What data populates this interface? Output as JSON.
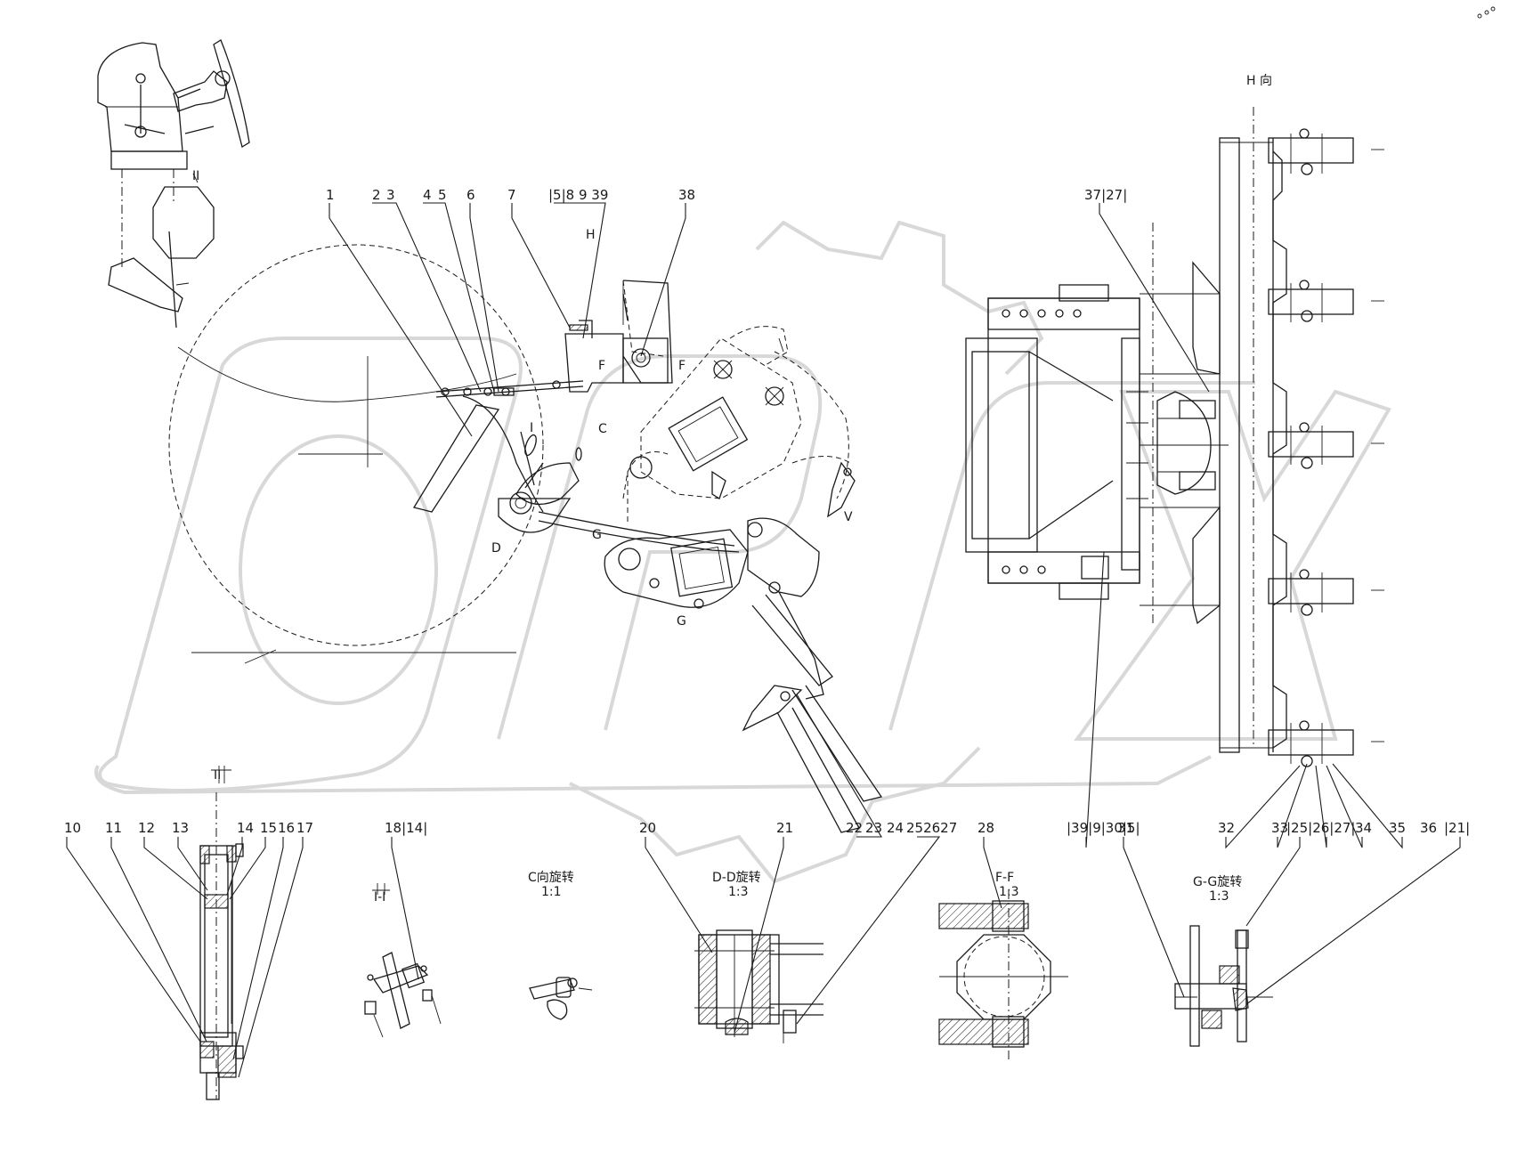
{
  "watermark": {
    "text": "OPEX",
    "color": "#d8d8d8"
  },
  "labels": {
    "l1": "1",
    "l2": "2",
    "l3": "3",
    "l4": "4",
    "l5": "5",
    "l6": "6",
    "l7": "7",
    "l15_8_9_39": "|5|8 9 39",
    "l38": "38",
    "l37_27": "37|27|",
    "l10": "10",
    "l11": "11",
    "l12": "12",
    "l13": "13",
    "l14": "14",
    "l15": "15",
    "l16": "16",
    "l17": "17",
    "l18_14": "18|14|",
    "l20": "20",
    "l21": "21",
    "l22": "22",
    "l23": "23",
    "l24": "24",
    "l25_26_27": "252627",
    "l28": "28",
    "l39_9_30_5": "|39|9|30|5|",
    "l31": "31",
    "l32": "32",
    "l33": "33",
    "l25_26_27b": "|25|26|27|",
    "l34": "34",
    "l35": "35",
    "l36": "36",
    "l21b": "|21|"
  },
  "views": {
    "h_direction": "H 向",
    "h_mark": "H",
    "f_mark_left": "F",
    "f_mark_right": "F",
    "c_mark": "C",
    "d_mark": "D",
    "g_mark_top": "G",
    "g_mark_bottom": "G",
    "i_mark": "I",
    "v_mark": "V",
    "ii_mark": "II",
    "c_view_title": "C向旋转",
    "c_view_scale": "1:1",
    "i_view_title": "I-I",
    "dd_view_title": "D-D旋转",
    "dd_view_scale": "1:3",
    "ff_view_title": "F-F",
    "ff_view_scale": "1:3",
    "gg_view_title": "G-G旋转",
    "gg_view_scale": "1:3",
    "ii_view_title": "II"
  }
}
